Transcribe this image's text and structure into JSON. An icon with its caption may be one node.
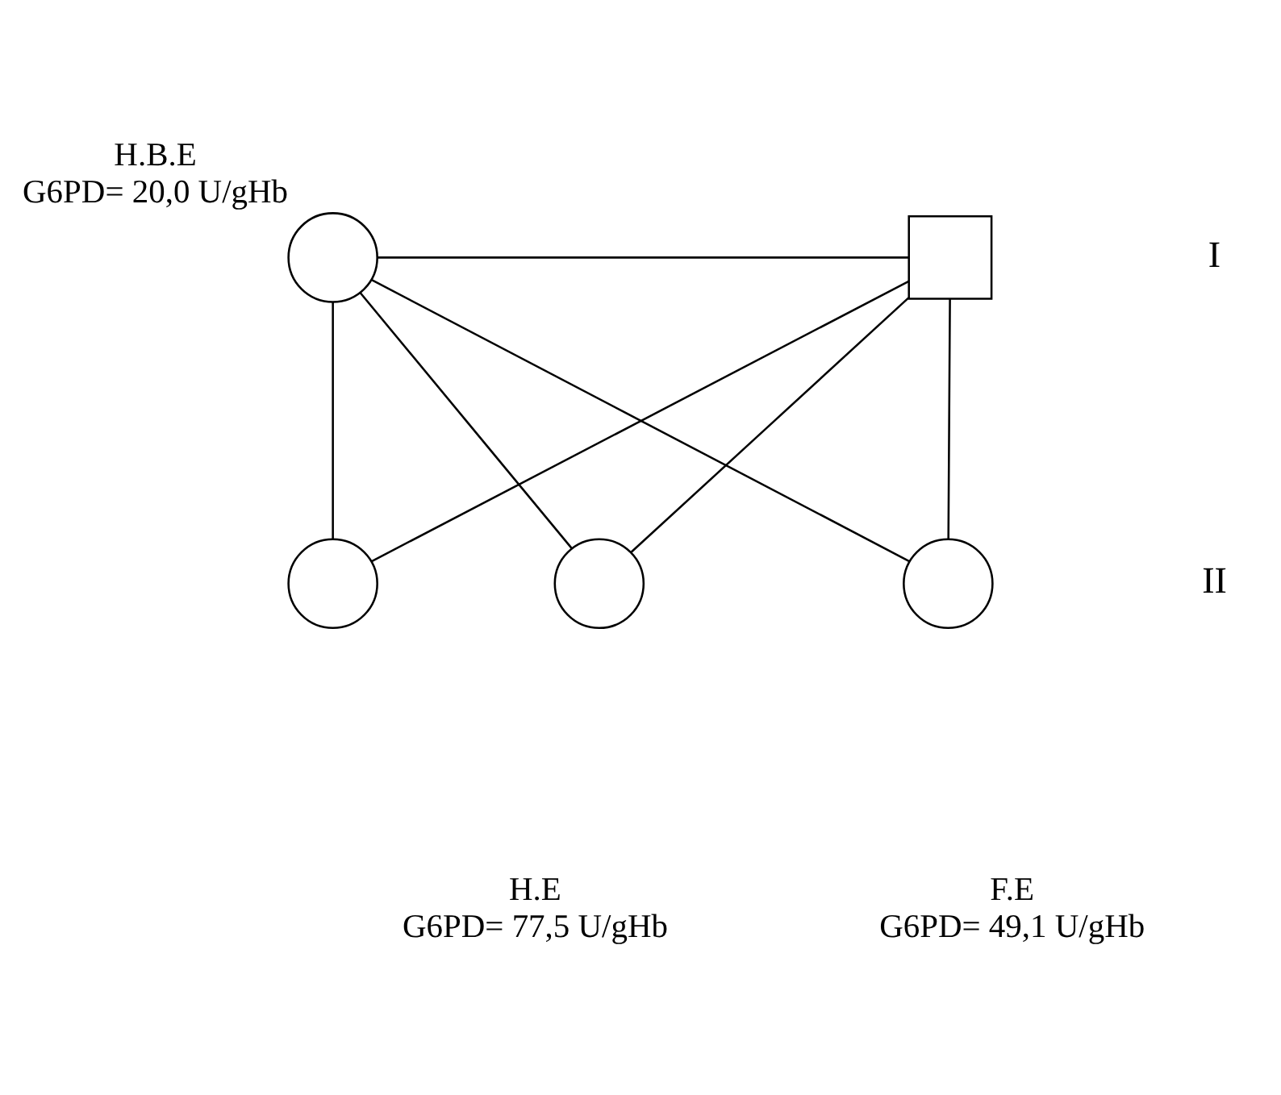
{
  "diagram": {
    "nodes": [
      {
        "text": [],
        "shape": "circle",
        "beside": [
          "H.B.E",
          "G6PD= 20,0 U/gHb"
        ]
      },
      {
        "text": [],
        "shape": "box"
      },
      {
        "text": [],
        "shape": "circle"
      },
      {
        "text": [],
        "shape": "circle",
        "beside": [
          "H.E",
          "G6PD= 77,5 U/gHb"
        ]
      },
      {
        "text": [],
        "shape": "circle",
        "beside": [
          "F.E",
          "G6PD= 49,1 U/gHb"
        ]
      }
    ],
    "edges": [
      {
        "from": 0,
        "to": 1,
        "arrow": "none"
      },
      {
        "from": 0,
        "to": 2,
        "arrow": "none"
      },
      {
        "from": 0,
        "to": 3,
        "arrow": "none"
      },
      {
        "from": 0,
        "to": 4,
        "arrow": "none"
      },
      {
        "from": 1,
        "to": 2,
        "arrow": "none"
      },
      {
        "from": 1,
        "to": 3,
        "arrow": "none"
      },
      {
        "from": 1,
        "to": 4,
        "arrow": "none"
      }
    ],
    "labels": [
      "I",
      "II"
    ]
  }
}
